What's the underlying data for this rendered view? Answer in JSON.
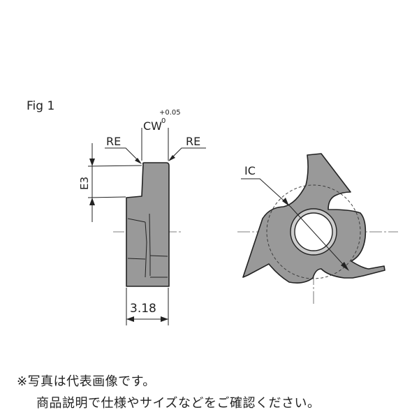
{
  "figure": {
    "caption": "Fig 1",
    "labels": {
      "cw": "CW",
      "cw_tol_upper": "+0.05",
      "cw_tol_lower": "0",
      "re_left": "RE",
      "re_right": "RE",
      "e3": "E3",
      "thickness": "3.18",
      "ic": "IC"
    },
    "colors": {
      "insert_fill": "#999999",
      "line": "#222222",
      "hole_fill": "#ffffff"
    }
  },
  "notes": {
    "line1": "※写真は代表画像です。",
    "line2": "商品説明で仕様やサイズなどをご確認ください。"
  }
}
